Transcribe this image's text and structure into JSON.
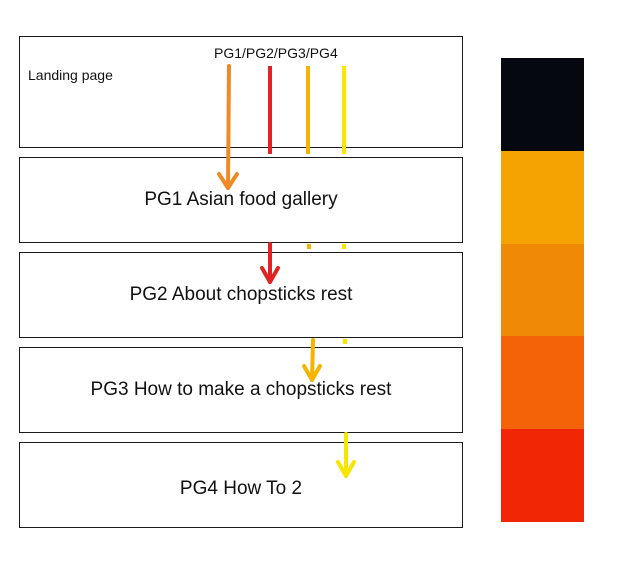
{
  "landing": {
    "label": "Landing page"
  },
  "flow_label": "PG1/PG2/PG3/PG4",
  "pages": [
    {
      "label": "PG1 Asian food gallery"
    },
    {
      "label": "PG2 About chopsticks rest"
    },
    {
      "label": "PG3 How to make a chopsticks rest"
    },
    {
      "label": "PG4 How To 2"
    }
  ],
  "paths": [
    {
      "color": "#f08a24",
      "ends_at": "PG1"
    },
    {
      "color": "#e02323",
      "ends_at": "PG2"
    },
    {
      "color": "#f4b400",
      "ends_at": "PG3"
    },
    {
      "color": "#f7e600",
      "ends_at": "PG4"
    }
  ],
  "legend": {
    "colors": [
      "#05080e",
      "#f4a300",
      "#f08a06",
      "#f46308",
      "#f12604"
    ]
  }
}
